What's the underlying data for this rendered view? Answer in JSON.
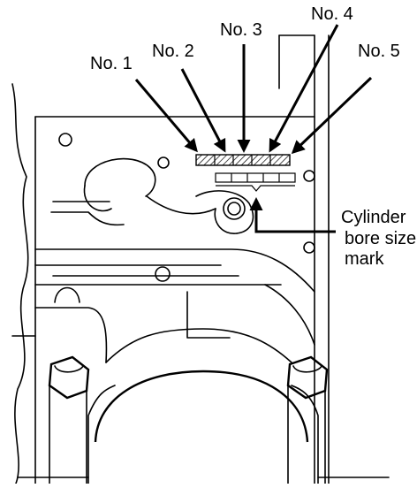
{
  "labels": {
    "no1": "No. 1",
    "no2": "No. 2",
    "no3": "No. 3",
    "no4": "No. 4",
    "no5": "No. 5",
    "callout_line1": "Cylinder",
    "callout_line2": "bore size",
    "callout_line3": "mark"
  },
  "colors": {
    "ink": "#000000",
    "paper": "#ffffff"
  }
}
